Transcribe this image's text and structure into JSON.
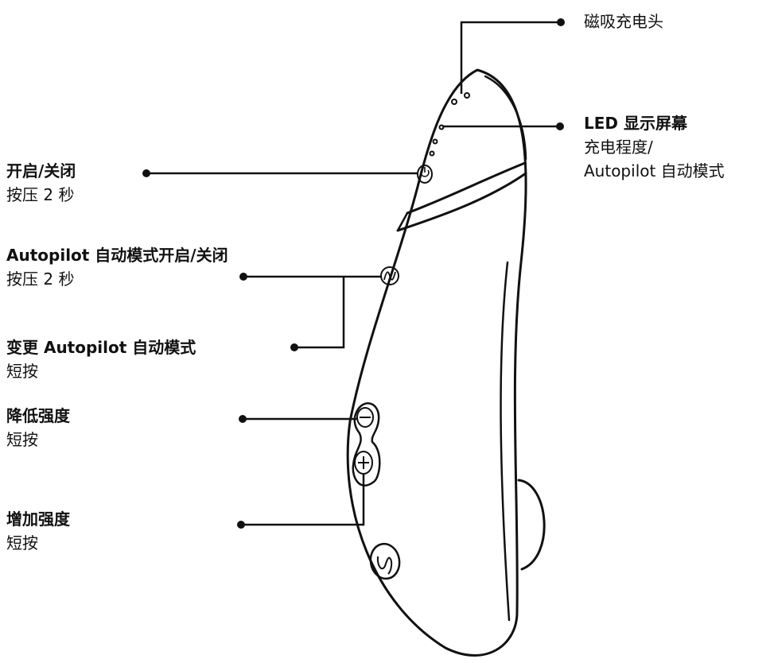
{
  "callouts": {
    "charger": {
      "title": "磁吸充电头"
    },
    "led": {
      "title": "LED 显示屏幕",
      "desc1": "充电程度/",
      "desc2": "Autopilot 自动模式"
    },
    "power": {
      "title": "开启/关闭",
      "desc": "按压 2 秒"
    },
    "autopilot_toggle": {
      "title": "Autopilot 自动模式开启/关闭",
      "desc": "按压 2 秒"
    },
    "autopilot_change": {
      "title": "变更 Autopilot 自动模式",
      "desc": "短按"
    },
    "decrease": {
      "title": "降低强度",
      "desc": "短按"
    },
    "increase": {
      "title": "增加强度",
      "desc": "短按"
    }
  }
}
